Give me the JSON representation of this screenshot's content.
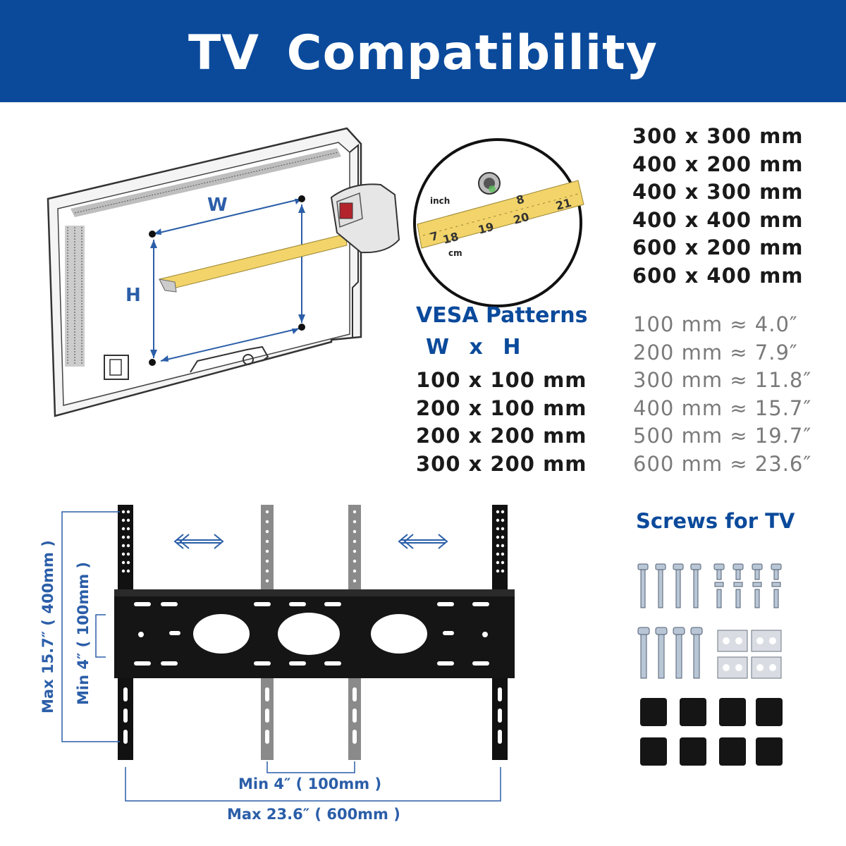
{
  "header": {
    "title": "TV  Compatibility"
  },
  "vesa": {
    "title": "VESA Patterns",
    "subtitle": "W  x  H",
    "patterns_right": [
      "300 x 300 mm",
      "400 x 200 mm",
      "400 x 300 mm",
      "400 x 400 mm",
      "600 x 200 mm",
      "600 x 400 mm"
    ],
    "patterns_left": [
      "100 x 100 mm",
      "200 x 100 mm",
      "200 x 200 mm",
      "300 x 200 mm"
    ]
  },
  "conversions": [
    "100 mm ≈   4.0″",
    "200 mm ≈   7.9″",
    "300 mm ≈ 11.8″",
    "400 mm ≈ 15.7″",
    "500 mm ≈ 19.7″",
    "600 mm ≈ 23.6″"
  ],
  "tv_illustration": {
    "width_label": "W",
    "height_label": "H",
    "tape_inch_label": "inch",
    "tape_cm_label": "cm"
  },
  "bracket": {
    "min_vertical": "Min  4″ ( 100mm )",
    "max_vertical": "Max  15.7″ ( 400mm )",
    "min_horizontal": "Min  4″  ( 100mm )",
    "max_horizontal": "Max  23.6″  ( 600mm )"
  },
  "screws": {
    "title": "Screws for TV"
  },
  "colors": {
    "banner": "#0b4a9b",
    "accent_blue": "#2b5ea8",
    "tape_yellow": "#f2d46a"
  }
}
